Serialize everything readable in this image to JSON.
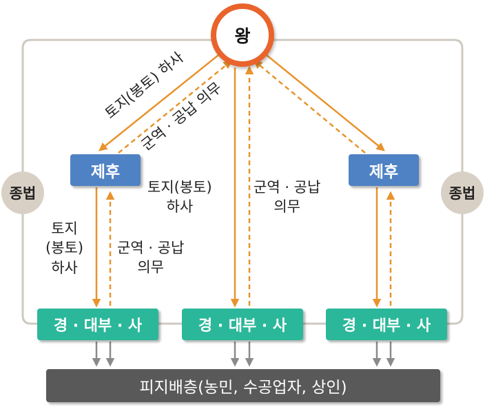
{
  "king": {
    "label": "왕"
  },
  "lords": {
    "left": "제후",
    "right": "제후"
  },
  "clan_law": {
    "left": "종법",
    "right": "종법"
  },
  "nobles": {
    "left": "경 · 대부 · 사",
    "center": "경 · 대부 · 사",
    "right": "경 · 대부 · 사"
  },
  "commoners": {
    "label": "피지배층(농민, 수공업자, 상인)"
  },
  "arrow_labels": {
    "king_to_lord": "토지(봉토) 하사",
    "lord_to_king": "군역 · 공납 의무",
    "king_to_noble_line1": "토지(봉토)",
    "king_to_noble_line2": "하사",
    "noble_to_king_line1": "군역 · 공납",
    "noble_to_king_line2": "의무",
    "lord_to_noble_line1": "토지",
    "lord_to_noble_line2": "(봉토)",
    "lord_to_noble_line3": "하사",
    "noble_to_lord_line1": "군역 · 공납",
    "noble_to_lord_line2": "의무"
  },
  "colors": {
    "king_ring": "#e9632b",
    "lord_box": "#4f82c4",
    "noble_box": "#2bb79a",
    "commoner_box": "#595959",
    "arrow_orange": "#e8932c",
    "arrow_gray": "#8a8a8a",
    "clan_circle": "#d9d0c5",
    "frame": "#cfc9c1"
  }
}
